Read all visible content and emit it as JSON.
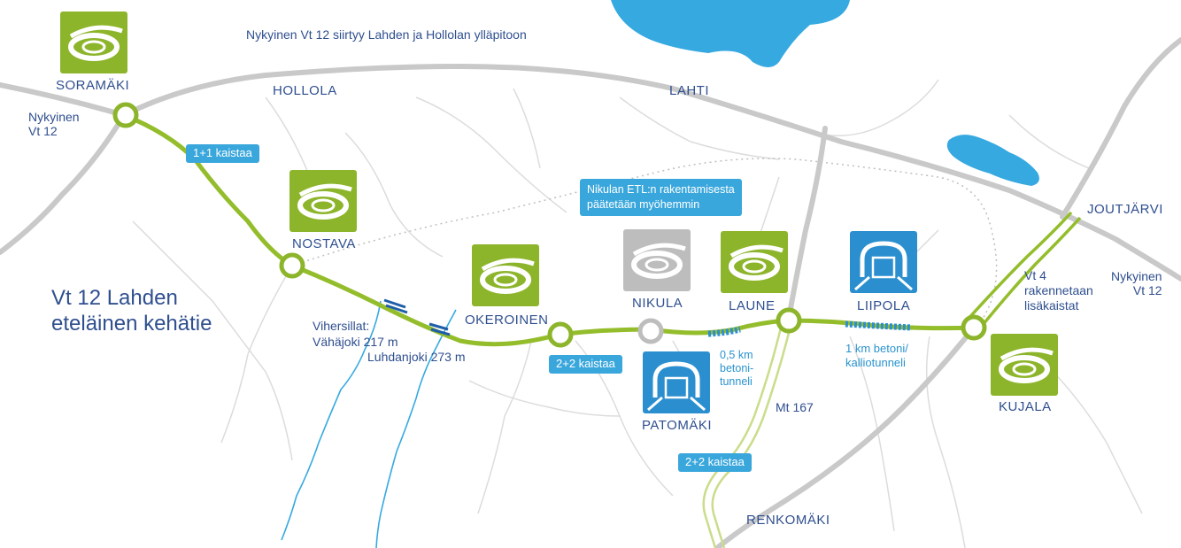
{
  "map": {
    "title_line1": "Vt 12 Lahden",
    "title_line2": "eteläinen kehätie",
    "top_note": "Nykyinen Vt 12 siirtyy Lahden ja Hollolan ylläpitoon",
    "colors": {
      "road_green": "#94bd2c",
      "road_grey": "#c9c9c9",
      "minor_road": "#dcdcdc",
      "water": "#36a9e1",
      "label_text": "#2f4f8f",
      "badge_blue": "#3aa7dc",
      "interchange_green": "#8db52b",
      "interchange_grey": "#bdbdbd",
      "tunnel_blue": "#2b8fcf"
    },
    "places": {
      "hollola": "HOLLOLA",
      "lahti": "LAHTI",
      "joutjarvi": "JOUTJÄRVI",
      "renkomaki": "RENKOMÄKI"
    },
    "nodes": {
      "soramaki": "SORAMÄKI",
      "nostava": "NOSTAVA",
      "okeroinen": "OKEROINEN",
      "nikula": "NIKULA",
      "laune": "LAUNE",
      "liipola": "LIIPOLA",
      "kujala": "KUJALA",
      "patomaki": "PATOMÄKI"
    },
    "notes": {
      "nykyinen_west_1": "Nykyinen",
      "nykyinen_west_2": "Vt 12",
      "nykyinen_east_1": "Nykyinen",
      "nykyinen_east_2": "Vt 12",
      "vihersillat_1": "Vihersillat:",
      "vihersillat_2": "Vähäjoki 217 m",
      "vihersillat_3": "Luhdanjoki 273 m",
      "mt167": "Mt 167",
      "vt4_1": "Vt 4",
      "vt4_2": "rakennetaan",
      "vt4_3": "lisäkaistat",
      "tunnel_short_1": "0,5 km",
      "tunnel_short_2": "betoni-",
      "tunnel_short_3": "tunneli",
      "tunnel_long_1": "1 km betoni/",
      "tunnel_long_2": "kalliotunneli"
    },
    "badges": {
      "lanes_1": "1+1 kaistaa",
      "lanes_2": "2+2 kaistaa",
      "lanes_3": "2+2 kaistaa"
    },
    "callout_1": "Nikulan ETL:n rakentamisesta",
    "callout_2": "päätetään myöhemmin",
    "icons": {
      "interchange": "interchange-icon",
      "tunnel": "tunnel-icon"
    }
  }
}
